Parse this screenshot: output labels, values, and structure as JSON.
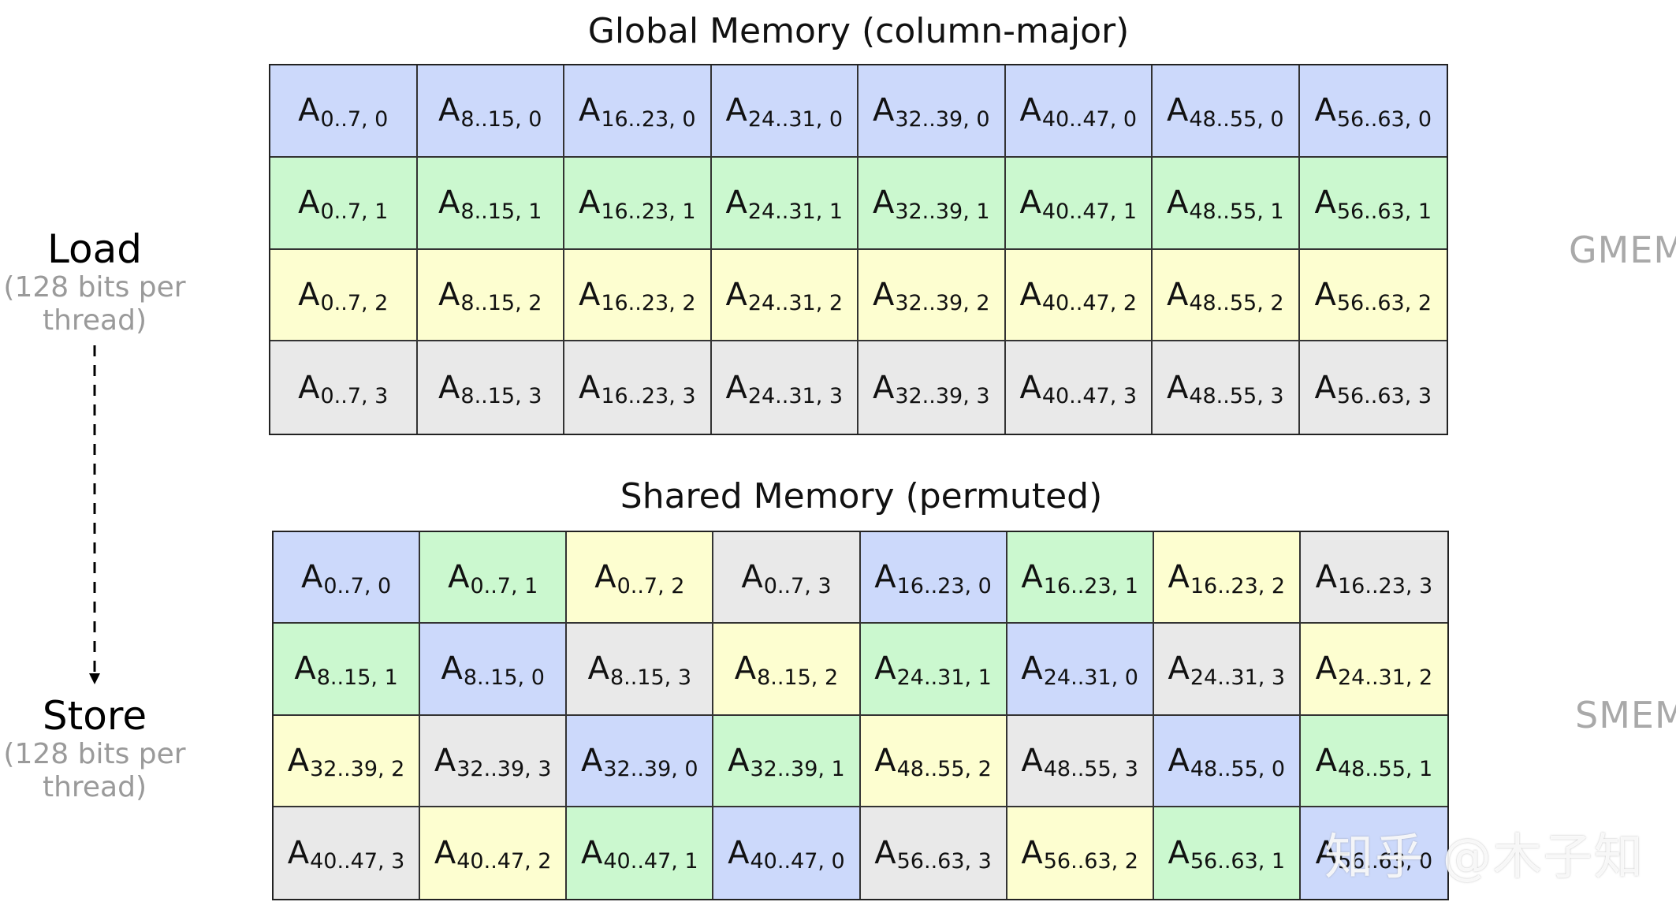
{
  "colors": {
    "blue": "#ccd9fb",
    "green": "#cbf8cf",
    "yellow": "#fdfed0",
    "gray": "#e9e9e9"
  },
  "gmem": {
    "title": "Global Memory (column-major)",
    "region_label": "GMEM",
    "rows": [
      [
        {
          "main": "A",
          "sub": "0..7, 0",
          "color": "blue"
        },
        {
          "main": "A",
          "sub": "8..15, 0",
          "color": "blue"
        },
        {
          "main": "A",
          "sub": "16..23, 0",
          "color": "blue"
        },
        {
          "main": "A",
          "sub": "24..31, 0",
          "color": "blue"
        },
        {
          "main": "A",
          "sub": "32..39, 0",
          "color": "blue"
        },
        {
          "main": "A",
          "sub": "40..47, 0",
          "color": "blue"
        },
        {
          "main": "A",
          "sub": "48..55, 0",
          "color": "blue"
        },
        {
          "main": "A",
          "sub": "56..63, 0",
          "color": "blue"
        }
      ],
      [
        {
          "main": "A",
          "sub": "0..7, 1",
          "color": "green"
        },
        {
          "main": "A",
          "sub": "8..15, 1",
          "color": "green"
        },
        {
          "main": "A",
          "sub": "16..23, 1",
          "color": "green"
        },
        {
          "main": "A",
          "sub": "24..31, 1",
          "color": "green"
        },
        {
          "main": "A",
          "sub": "32..39, 1",
          "color": "green"
        },
        {
          "main": "A",
          "sub": "40..47, 1",
          "color": "green"
        },
        {
          "main": "A",
          "sub": "48..55, 1",
          "color": "green"
        },
        {
          "main": "A",
          "sub": "56..63, 1",
          "color": "green"
        }
      ],
      [
        {
          "main": "A",
          "sub": "0..7, 2",
          "color": "yellow"
        },
        {
          "main": "A",
          "sub": "8..15, 2",
          "color": "yellow"
        },
        {
          "main": "A",
          "sub": "16..23, 2",
          "color": "yellow"
        },
        {
          "main": "A",
          "sub": "24..31, 2",
          "color": "yellow"
        },
        {
          "main": "A",
          "sub": "32..39, 2",
          "color": "yellow"
        },
        {
          "main": "A",
          "sub": "40..47, 2",
          "color": "yellow"
        },
        {
          "main": "A",
          "sub": "48..55, 2",
          "color": "yellow"
        },
        {
          "main": "A",
          "sub": "56..63, 2",
          "color": "yellow"
        }
      ],
      [
        {
          "main": "A",
          "sub": "0..7, 3",
          "color": "gray"
        },
        {
          "main": "A",
          "sub": "8..15, 3",
          "color": "gray"
        },
        {
          "main": "A",
          "sub": "16..23, 3",
          "color": "gray"
        },
        {
          "main": "A",
          "sub": "24..31, 3",
          "color": "gray"
        },
        {
          "main": "A",
          "sub": "32..39, 3",
          "color": "gray"
        },
        {
          "main": "A",
          "sub": "40..47, 3",
          "color": "gray"
        },
        {
          "main": "A",
          "sub": "48..55, 3",
          "color": "gray"
        },
        {
          "main": "A",
          "sub": "56..63, 3",
          "color": "gray"
        }
      ]
    ]
  },
  "smem": {
    "title": "Shared Memory (permuted)",
    "region_label": "SMEM",
    "rows": [
      [
        {
          "main": "A",
          "sub": "0..7, 0",
          "color": "blue"
        },
        {
          "main": "A",
          "sub": "0..7, 1",
          "color": "green"
        },
        {
          "main": "A",
          "sub": "0..7, 2",
          "color": "yellow"
        },
        {
          "main": "A",
          "sub": "0..7, 3",
          "color": "gray"
        },
        {
          "main": "A",
          "sub": "16..23, 0",
          "color": "blue"
        },
        {
          "main": "A",
          "sub": "16..23, 1",
          "color": "green"
        },
        {
          "main": "A",
          "sub": "16..23, 2",
          "color": "yellow"
        },
        {
          "main": "A",
          "sub": "16..23, 3",
          "color": "gray"
        }
      ],
      [
        {
          "main": "A",
          "sub": "8..15, 1",
          "color": "green"
        },
        {
          "main": "A",
          "sub": "8..15, 0",
          "color": "blue"
        },
        {
          "main": "A",
          "sub": "8..15, 3",
          "color": "gray"
        },
        {
          "main": "A",
          "sub": "8..15, 2",
          "color": "yellow"
        },
        {
          "main": "A",
          "sub": "24..31, 1",
          "color": "green"
        },
        {
          "main": "A",
          "sub": "24..31, 0",
          "color": "blue"
        },
        {
          "main": "A",
          "sub": "24..31, 3",
          "color": "gray"
        },
        {
          "main": "A",
          "sub": "24..31, 2",
          "color": "yellow"
        }
      ],
      [
        {
          "main": "A",
          "sub": "32..39, 2",
          "color": "yellow"
        },
        {
          "main": "A",
          "sub": "32..39, 3",
          "color": "gray"
        },
        {
          "main": "A",
          "sub": "32..39, 0",
          "color": "blue"
        },
        {
          "main": "A",
          "sub": "32..39, 1",
          "color": "green"
        },
        {
          "main": "A",
          "sub": "48..55, 2",
          "color": "yellow"
        },
        {
          "main": "A",
          "sub": "48..55, 3",
          "color": "gray"
        },
        {
          "main": "A",
          "sub": "48..55, 0",
          "color": "blue"
        },
        {
          "main": "A",
          "sub": "48..55, 1",
          "color": "green"
        }
      ],
      [
        {
          "main": "A",
          "sub": "40..47, 3",
          "color": "gray"
        },
        {
          "main": "A",
          "sub": "40..47, 2",
          "color": "yellow"
        },
        {
          "main": "A",
          "sub": "40..47, 1",
          "color": "green"
        },
        {
          "main": "A",
          "sub": "40..47, 0",
          "color": "blue"
        },
        {
          "main": "A",
          "sub": "56..63, 3",
          "color": "gray"
        },
        {
          "main": "A",
          "sub": "56..63, 2",
          "color": "yellow"
        },
        {
          "main": "A",
          "sub": "56..63, 1",
          "color": "green"
        },
        {
          "main": "A",
          "sub": "56..63, 0",
          "color": "blue"
        }
      ]
    ]
  },
  "load": {
    "label": "Load",
    "note_line1": "(128 bits per",
    "note_line2": "thread)"
  },
  "store": {
    "label": "Store",
    "note_line1": "(128 bits per",
    "note_line2": "thread)"
  },
  "watermark": "知乎 @木子知"
}
